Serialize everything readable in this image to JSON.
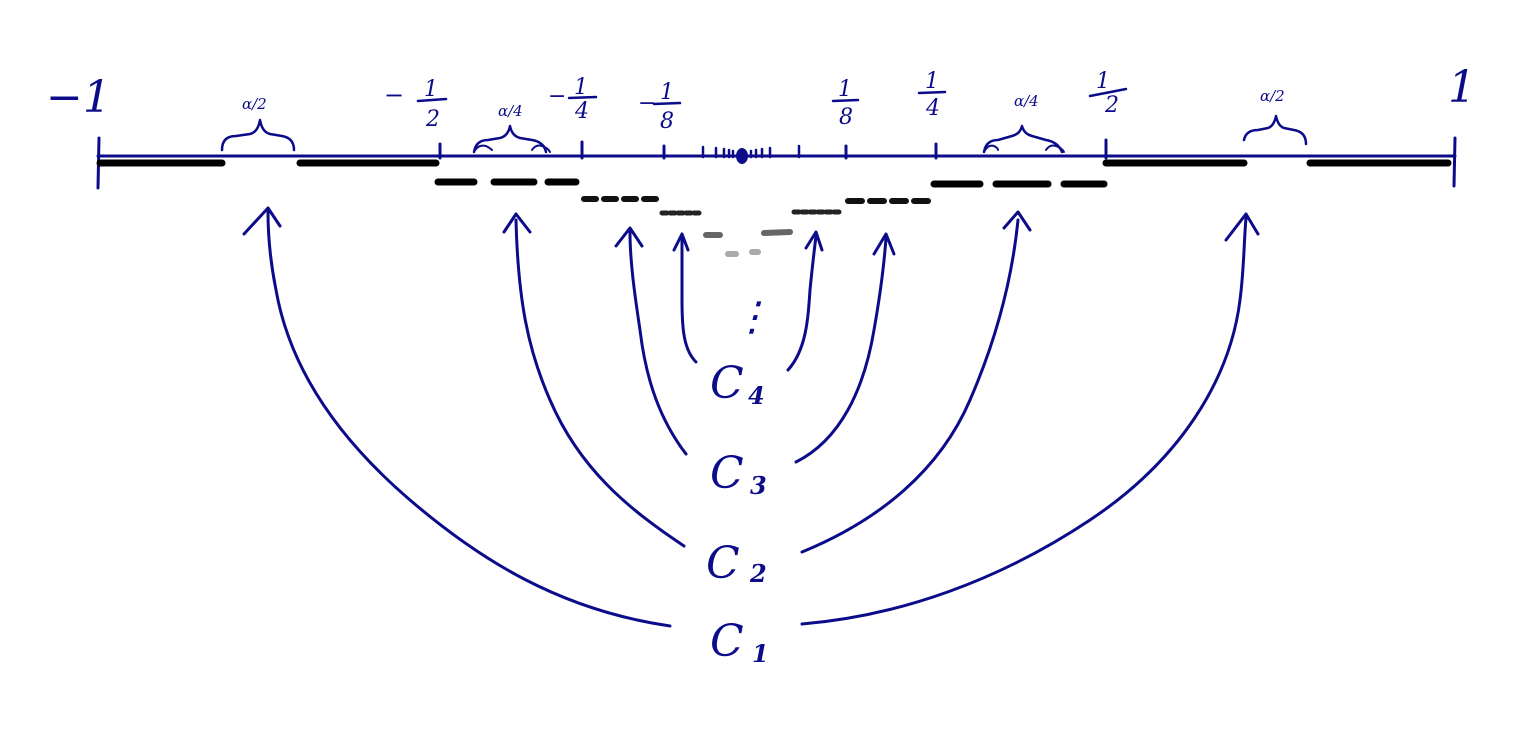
{
  "colors": {
    "ink": "#0c0c8a",
    "level1": "#000000",
    "level2": "#000000",
    "level3": "#111111",
    "level4": "#222222",
    "level5": "#666666",
    "level6": "#aaaaaa"
  },
  "axis": {
    "left_end": "−1",
    "right_end": "1",
    "tick_minus_half_sign": "−",
    "tick_minus_half_num": "1",
    "tick_minus_half_den": "2",
    "tick_minus_quarter_sign": "−",
    "tick_minus_quarter_num": "1",
    "tick_minus_quarter_den": "4",
    "tick_minus_eighth_sign": "−",
    "tick_minus_eighth_num": "1",
    "tick_minus_eighth_den": "8",
    "tick_eighth_num": "1",
    "tick_eighth_den": "8",
    "tick_quarter_num": "1",
    "tick_quarter_den": "4",
    "tick_half_num": "1",
    "tick_half_den": "2"
  },
  "gap_labels": {
    "left_alpha_half": "α/2",
    "right_alpha_half": "α/2",
    "left_alpha_quarter": "α/4",
    "right_alpha_quarter": "α/4"
  },
  "sets": {
    "c1": {
      "letter": "C",
      "sub": "1"
    },
    "c2": {
      "letter": "C",
      "sub": "2"
    },
    "c3": {
      "letter": "C",
      "sub": "3"
    },
    "c4": {
      "letter": "C",
      "sub": "4"
    },
    "ellipsis": "⋮"
  }
}
